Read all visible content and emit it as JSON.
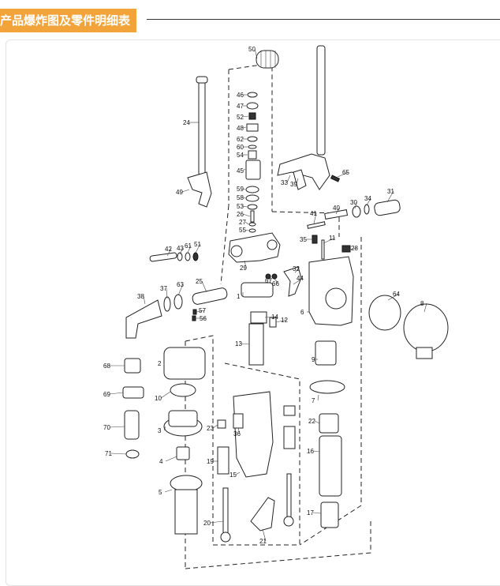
{
  "header": {
    "title": "产品爆炸图及零件明细表"
  },
  "callouts": [
    "50",
    "46",
    "47",
    "52",
    "48",
    "62",
    "60",
    "54",
    "45",
    "59",
    "58",
    "53",
    "26",
    "27",
    "55",
    "24",
    "49",
    "33",
    "39",
    "65",
    "41",
    "40",
    "30",
    "34",
    "31",
    "35",
    "11",
    "28",
    "42",
    "43",
    "61",
    "51",
    "29",
    "32",
    "44",
    "67",
    "66",
    "25",
    "37",
    "63",
    "38",
    "57",
    "56",
    "1",
    "14",
    "12",
    "6",
    "64",
    "8",
    "13",
    "2",
    "9",
    "68",
    "10",
    "69",
    "7",
    "22",
    "23",
    "36",
    "70",
    "3",
    "16",
    "71",
    "4",
    "19",
    "15",
    "5",
    "20",
    "21",
    "17"
  ]
}
